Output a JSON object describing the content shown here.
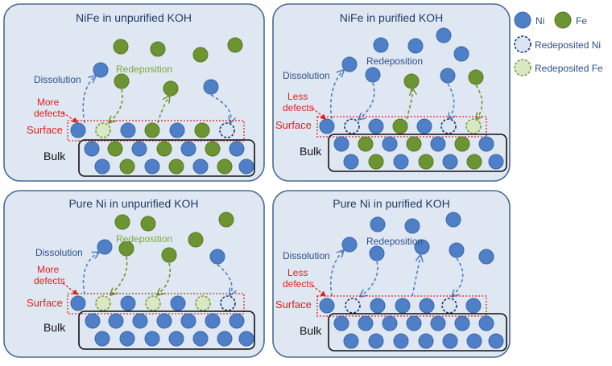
{
  "colors": {
    "panel_fill": "#dfe8f2",
    "panel_stroke": "#4a6990",
    "title_text": "#1f3a66",
    "ni": "#4f7fc6",
    "ni_stroke": "#3d68a8",
    "fe": "#6d9433",
    "fe_stroke": "#57781f",
    "re_ni_fill": "#dbe4f3",
    "re_ni_stroke": "#203864",
    "re_fe_fill": "#d8e8c2",
    "re_fe_stroke": "#7a9c3a",
    "blue_arrow": "#4f7fc6",
    "green_arrow": "#6d9433",
    "red": "#e02020",
    "bulk_stroke": "#111111",
    "label_blue": "#2f4f8a",
    "label_green": "#7aa83a"
  },
  "legend": {
    "ni": "Ni",
    "fe": "Fe",
    "re_ni": "Redeposited Ni",
    "re_fe": "Redeposited Fe"
  },
  "panels": [
    {
      "title": "NiFe in unpurified KOH",
      "dissolution": "Dissolution",
      "redeposition": "Redeposition",
      "defects_1": "More",
      "defects_2": "defects",
      "surface": "Surface",
      "bulk": "Bulk"
    },
    {
      "title": "NiFe in purified KOH",
      "dissolution": "Dissolution",
      "redeposition": "Redeposition",
      "defects_1": "Less",
      "defects_2": "defects",
      "surface": "Surface",
      "bulk": "Bulk"
    },
    {
      "title": "Pure Ni in unpurified KOH",
      "dissolution": "Dissolution",
      "redeposition": "Redeposition",
      "defects_1": "More",
      "defects_2": "defects",
      "surface": "Surface",
      "bulk": "Bulk"
    },
    {
      "title": "Pure Ni in purified KOH",
      "dissolution": "Dissolution",
      "redeposition": "Redeposition",
      "defects_1": "Less",
      "defects_2": "defects",
      "surface": "Surface",
      "bulk": "Bulk"
    }
  ]
}
